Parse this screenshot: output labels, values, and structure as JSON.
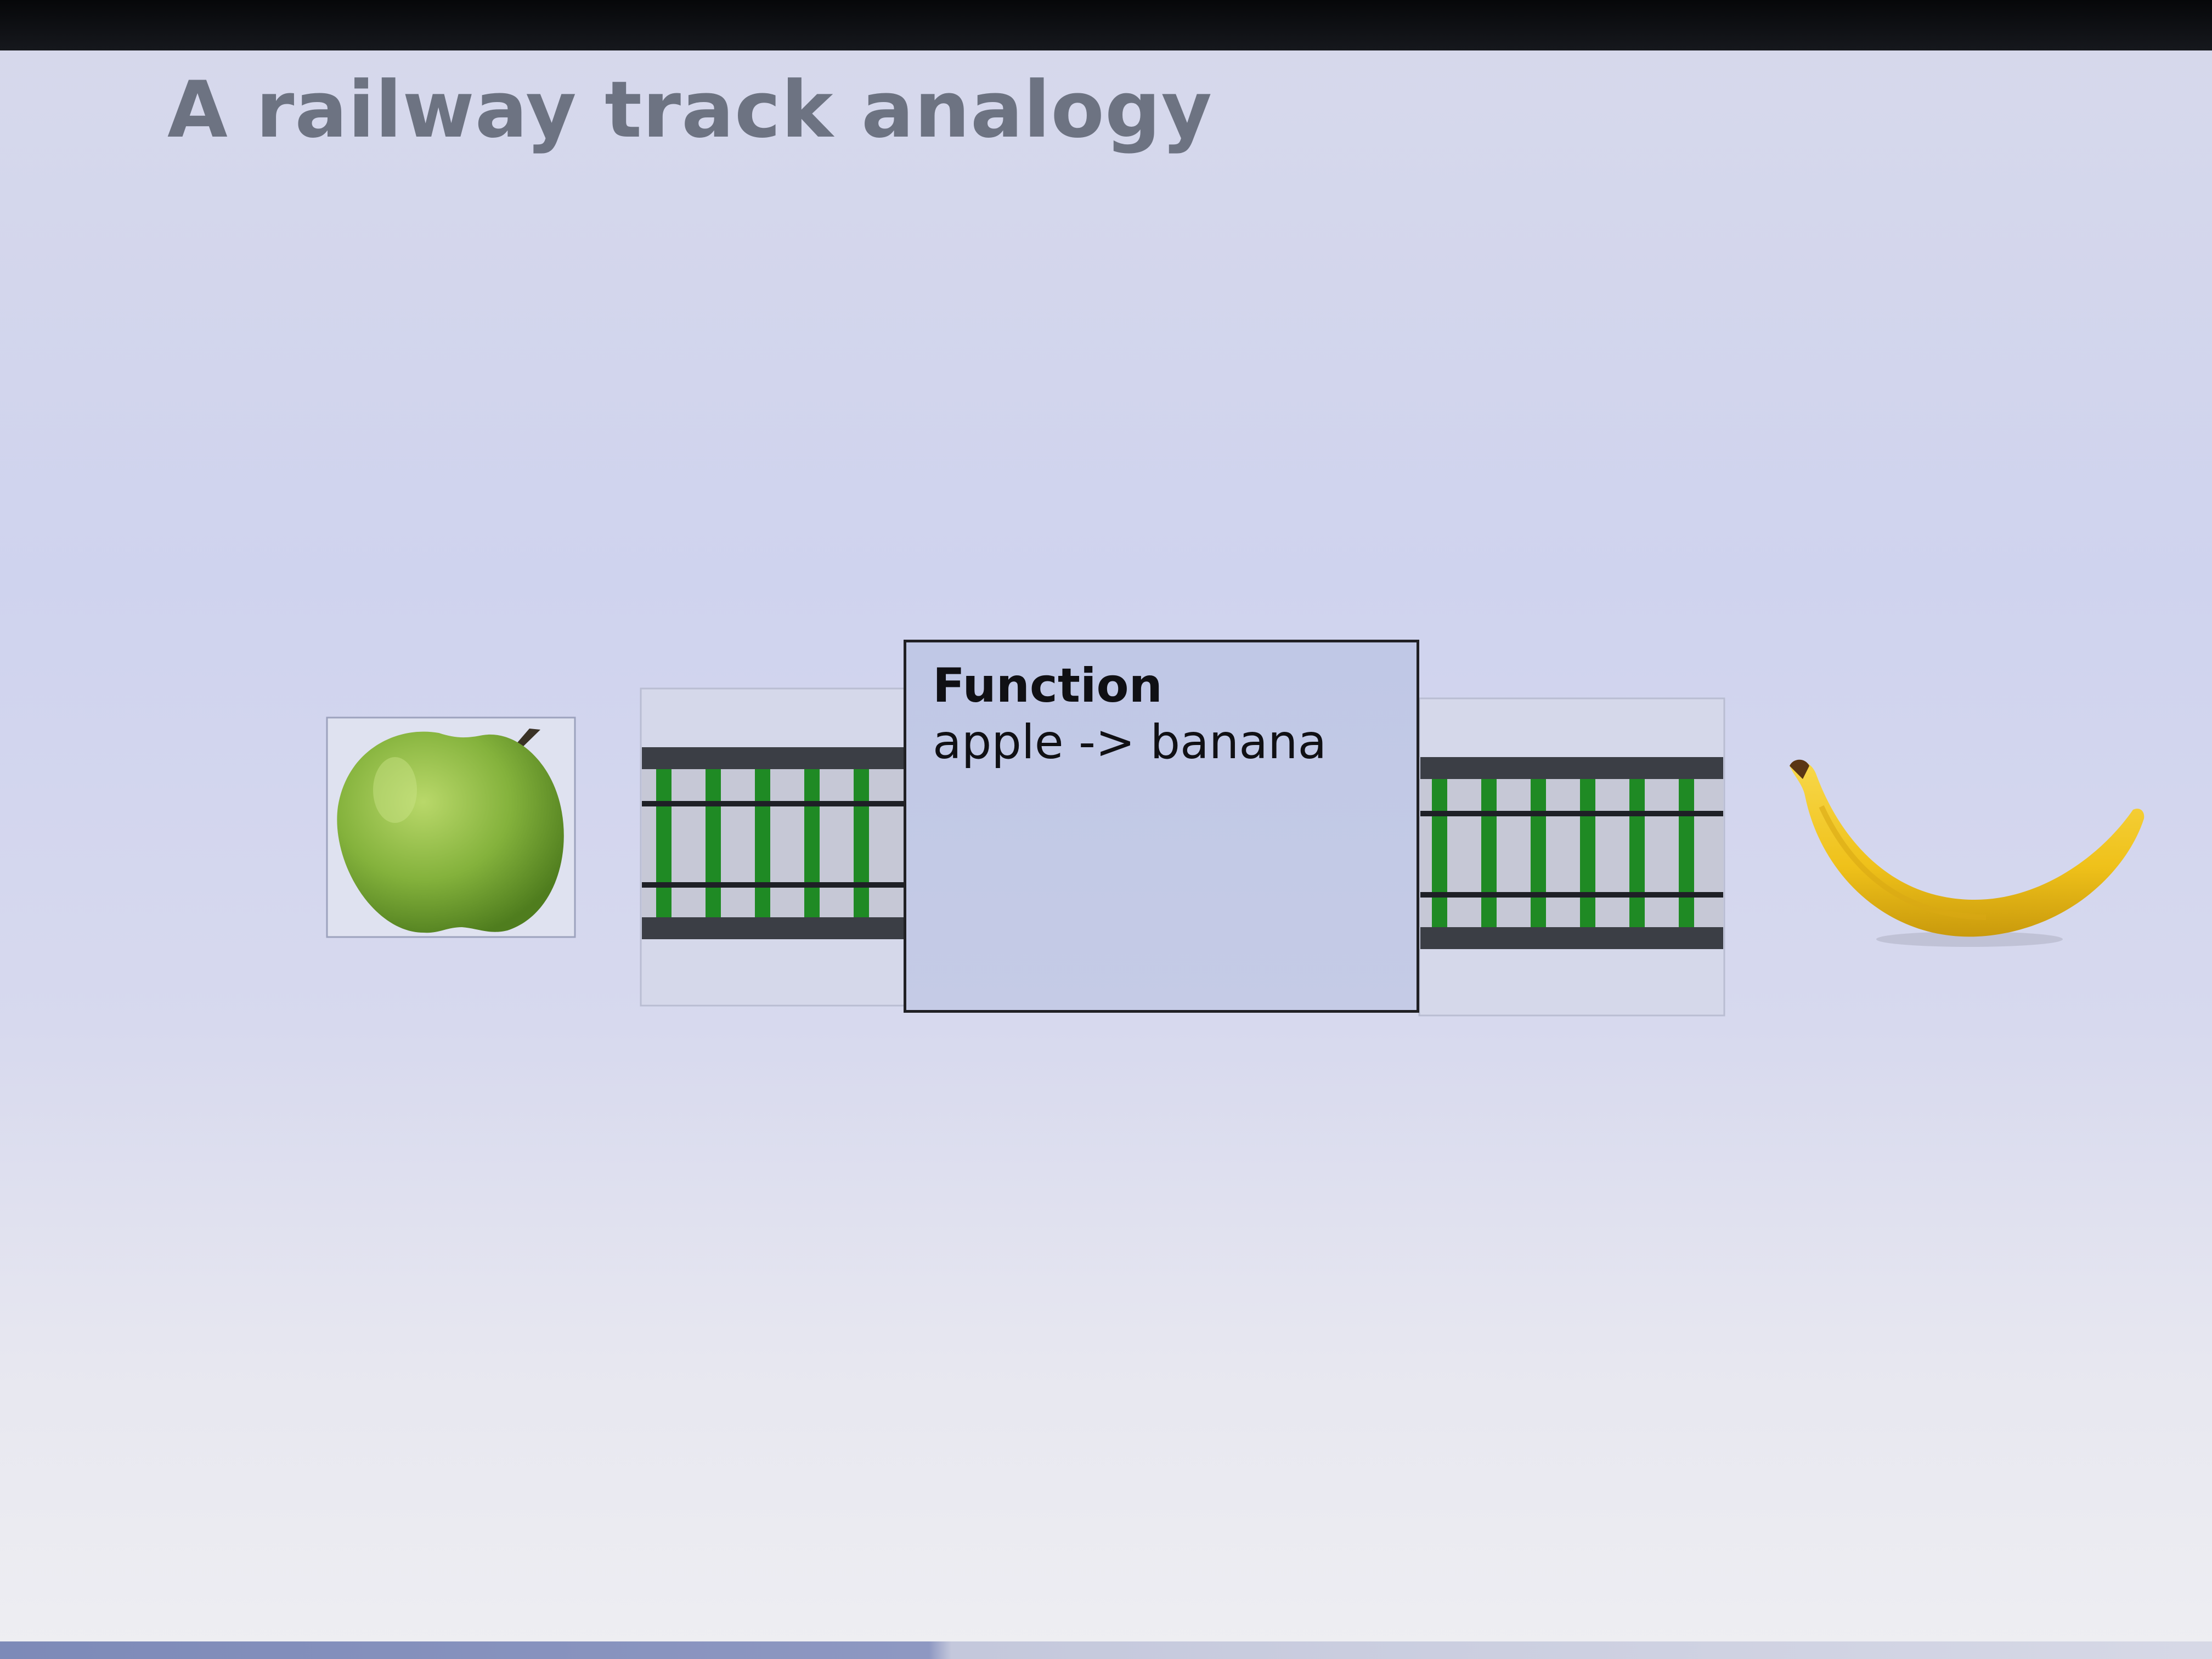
{
  "slide": {
    "title": "A railway track analogy"
  },
  "function_box": {
    "title": "Function",
    "signature": "apple -> banana"
  },
  "icons": {
    "input": "apple-icon",
    "output": "banana-icon",
    "track": "railway-track-icon"
  },
  "colors": {
    "title": "#6d7382",
    "function_box_fill": "#c3c9e6",
    "track_rail": "#3b3e45",
    "track_sleeper": "#1f8a24",
    "apple": "#7fb03c",
    "banana": "#f2c81b"
  }
}
